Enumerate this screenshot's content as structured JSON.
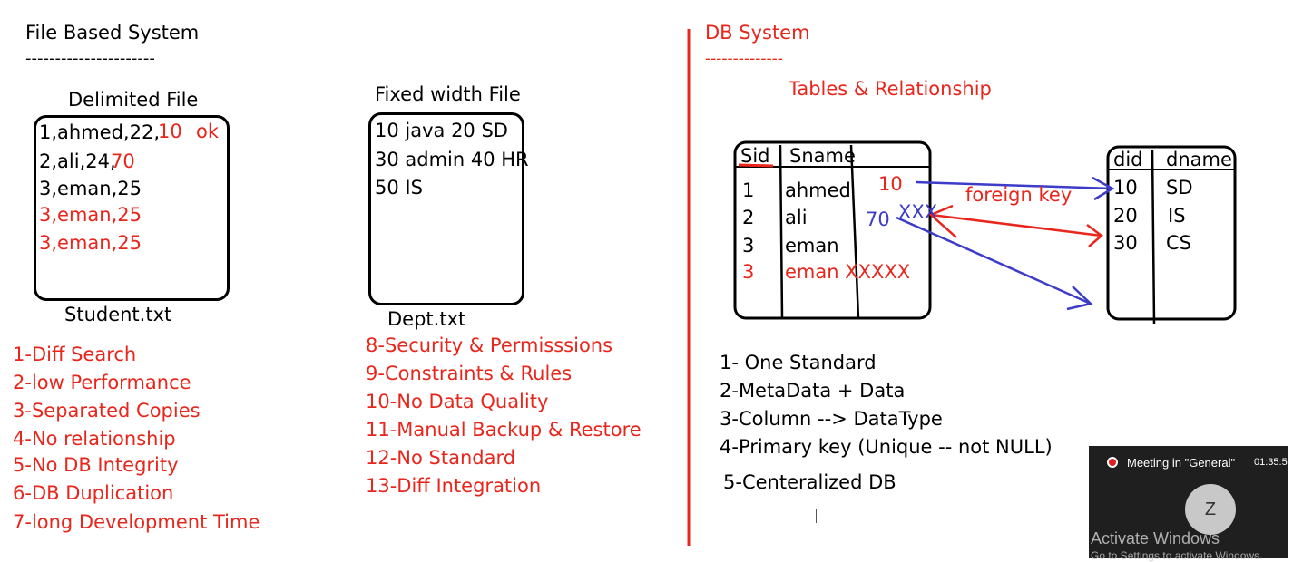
{
  "left": {
    "title": "File Based System",
    "underline": "----------------------",
    "delimited": {
      "label": "Delimited File",
      "rows": [
        "1,ahmed,22,",
        "2,ali,24,",
        "3,eman,25",
        "3,eman,25",
        "3,eman,25"
      ],
      "extra1": "10",
      "ok": "ok",
      "extra2": "70",
      "caption": "Student.txt"
    },
    "fixed": {
      "label": "Fixed width File",
      "rows": [
        "10 java 20 SD",
        "30 admin 40 HR",
        "50 IS"
      ],
      "caption": "Dept.txt"
    },
    "problems_col1": [
      "1-Diff Search",
      "2-low Performance",
      "3-Separated Copies",
      "4-No relationship",
      "5-No DB Integrity",
      "6-DB Duplication",
      "7-long Development Time"
    ],
    "problems_col2": [
      "8-Security & Permisssions",
      "9-Constraints & Rules",
      "10-No Data Quality",
      "11-Manual Backup & Restore",
      "12-No Standard",
      "13-Diff Integration"
    ]
  },
  "right": {
    "title": "DB System",
    "underline": "--------------",
    "subtitle": "Tables & Relationship",
    "students": {
      "headers": [
        "Sid",
        "Sname"
      ],
      "rows": [
        [
          "1",
          "ahmed"
        ],
        [
          "2",
          "ali"
        ],
        [
          "3",
          "eman"
        ],
        [
          "3",
          "eman XXXXX"
        ]
      ],
      "val10": "10",
      "val70": "70",
      "xxx": "XXX"
    },
    "fk_label": "foreign key",
    "depts": {
      "headers": [
        "did",
        "dname"
      ],
      "rows": [
        [
          "10",
          "SD"
        ],
        [
          "20",
          "IS"
        ],
        [
          "30",
          "CS"
        ]
      ]
    },
    "benefits": [
      "1- One Standard",
      "2-MetaData + Data",
      "3-Column --> DataType",
      "4-Primary key  (Unique -- not NULL)",
      "5-Centeralized DB"
    ]
  },
  "meeting": {
    "title": "Meeting in \"General\"",
    "time": "01:35:55",
    "avatar": "Z"
  },
  "watermark": {
    "line1": "Activate Windows",
    "line2": "Go to Settings to activate Windows."
  },
  "colors": {
    "red": "#e8261c",
    "blue": "#3c3cc8",
    "black": "#000000"
  }
}
